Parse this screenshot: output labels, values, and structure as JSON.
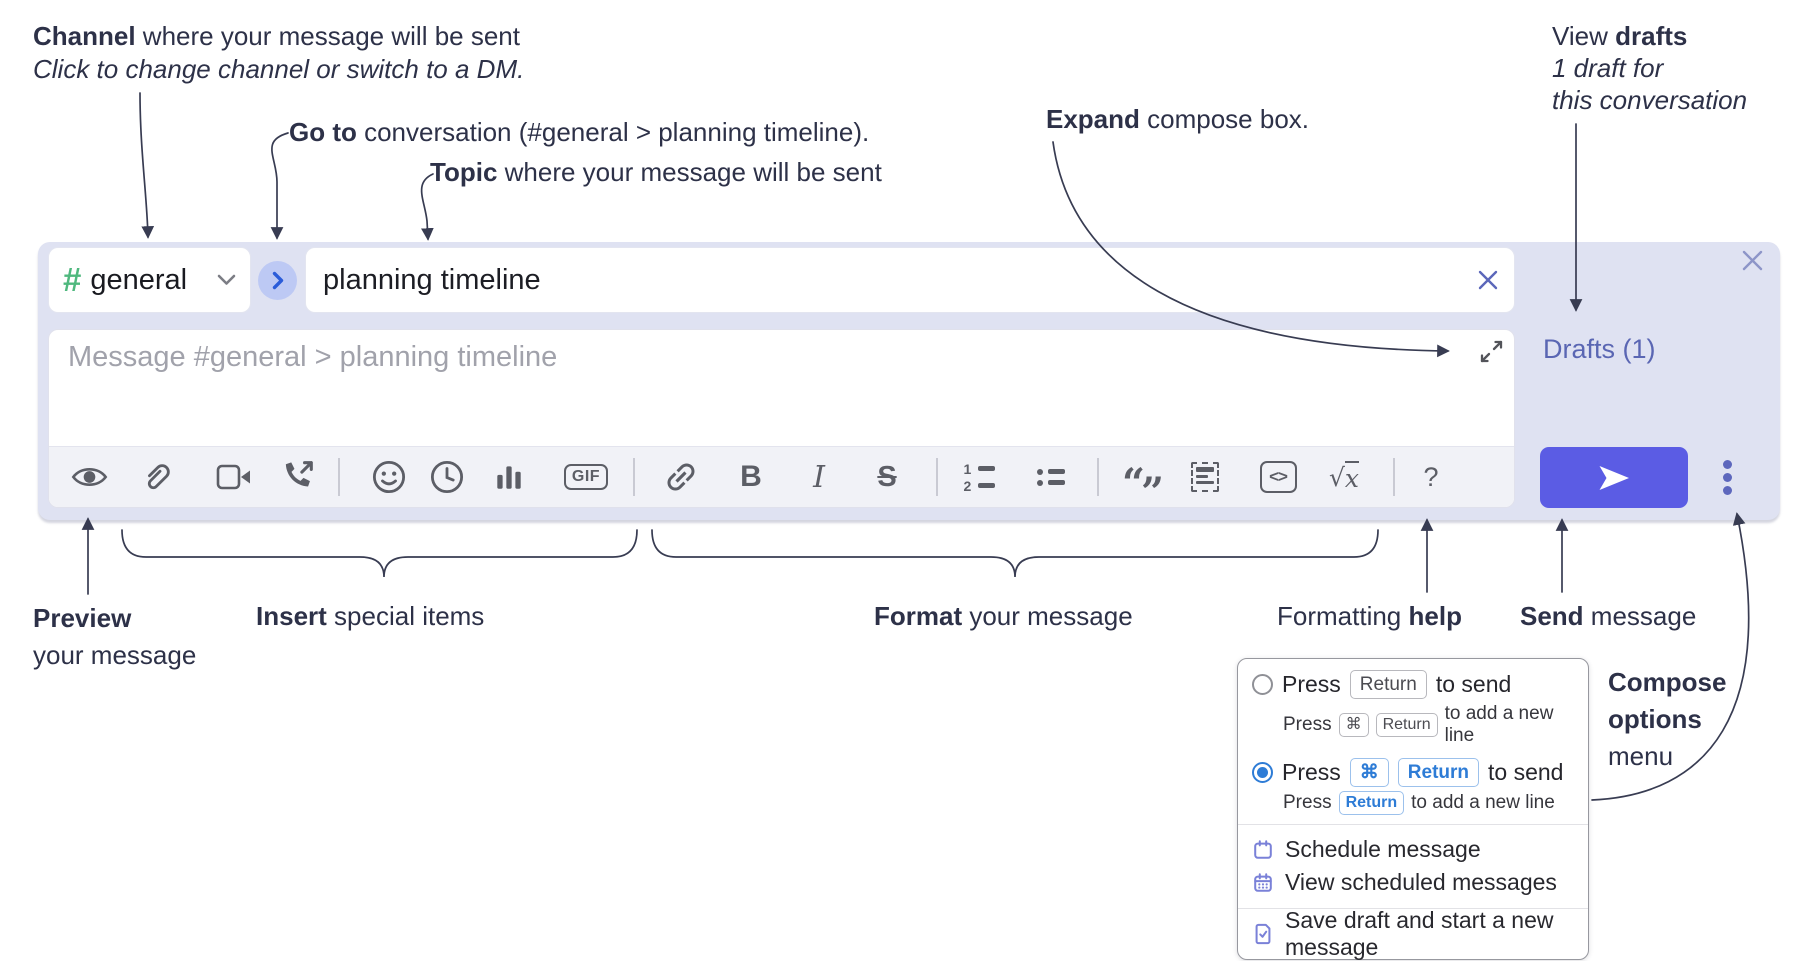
{
  "annotations": {
    "channel_note": {
      "bold": "Channel",
      "rest": " where your message will be sent",
      "line2": "Click to change channel or switch to a DM."
    },
    "goto_note": {
      "bold": "Go to",
      "rest": " conversation (#general > planning timeline)."
    },
    "topic_note": {
      "bold": "Topic",
      "rest": " where your message will be sent"
    },
    "expand_note": {
      "bold": "Expand",
      "rest": " compose box."
    },
    "drafts_note": {
      "pre": "View ",
      "bold": "drafts",
      "line2": "1 draft for",
      "line3": "this conversation"
    },
    "preview_label": {
      "bold": "Preview",
      "line2": "your message"
    },
    "insert_label": {
      "bold": "Insert",
      "rest": " special items"
    },
    "format_label": {
      "bold": "Format",
      "rest": " your message"
    },
    "help_label": {
      "pre": "Formatting ",
      "bold": "help"
    },
    "send_label": {
      "bold": "Send",
      "rest": " message"
    },
    "compose_options_label": {
      "line1": "Compose",
      "line2": "options",
      "line3": "menu"
    }
  },
  "compose": {
    "channel": {
      "hash": "#",
      "name": "general"
    },
    "topic_value": "planning timeline",
    "message_placeholder": "Message #general > planning timeline",
    "drafts_link": "Drafts (1)",
    "toolbar": {
      "gif": "GIF",
      "bold": "B",
      "italic": "I",
      "strike": "S",
      "ol1": "1",
      "ol2": "2",
      "quote_open": "“",
      "quote_close": "”",
      "code": "<>",
      "math_root": "√",
      "math_x": "x",
      "help": "?"
    }
  },
  "options_menu": {
    "option1": {
      "press": "Press",
      "key": "Return",
      "suffix": "to send",
      "sub": {
        "press": "Press",
        "key1": "⌘",
        "key2": "Return",
        "suffix": "to add a new line"
      }
    },
    "option2": {
      "press": "Press",
      "key1": "⌘",
      "key2": "Return",
      "suffix": "to send",
      "sub": {
        "press": "Press",
        "key": "Return",
        "suffix": "to add a new line"
      }
    },
    "items": [
      {
        "label": "Schedule message"
      },
      {
        "label": "View scheduled messages"
      },
      {
        "label": "Save draft and start a new message"
      }
    ]
  },
  "colors": {
    "compose_bg": "#dfe2f2",
    "send_button": "#5b5ce4",
    "drafts_link": "#5a66b3",
    "hash_green": "#4fb87e",
    "kbd_blue": "#2e7cd6",
    "menu_icon_purple": "#7a81d8",
    "annotation_text": "#2d3148"
  }
}
